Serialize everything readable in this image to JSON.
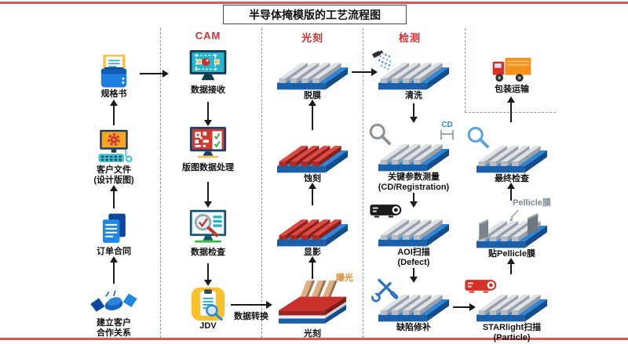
{
  "title": "半导体掩模版的工艺流程图",
  "columns": [
    {
      "nodes": [
        {
          "label": "规格书"
        },
        {
          "label": "客户文件",
          "sub": "(设计版图)"
        },
        {
          "label": "订单合同"
        },
        {
          "label": "建立客户",
          "sub": "合作关系"
        }
      ]
    },
    {
      "header": "CAM",
      "nodes": [
        {
          "label": "数据接收"
        },
        {
          "label": "版图数据处理"
        },
        {
          "label": "数据检查"
        },
        {
          "label": "JDV"
        }
      ]
    },
    {
      "header": "光刻",
      "nodes": [
        {
          "label": "脱膜"
        },
        {
          "label": "蚀刻"
        },
        {
          "label": "显影"
        },
        {
          "label": "光刻"
        }
      ]
    },
    {
      "header": "检测",
      "nodes": [
        {
          "label": "清洗"
        },
        {
          "label": "关键参数测量",
          "sub": "(CD/Registration)"
        },
        {
          "label": "AOI扫描",
          "sub": "(Defect)"
        },
        {
          "label": "缺陷修补"
        }
      ]
    },
    {
      "nodes": [
        {
          "label": "包装运输"
        },
        {
          "label": "最终检查"
        },
        {
          "label": "贴Pellicle膜"
        },
        {
          "label": "STARlight扫描",
          "sub": "(Particle)"
        }
      ]
    }
  ],
  "annotations": {
    "data_conversion": "数据转换",
    "exposure": "曝光",
    "cd": "CD",
    "pellicle": "Pellicle膜"
  },
  "colors": {
    "frame_red": "#e15555",
    "header_red": "#d03030",
    "exposure_orange": "#e8892b",
    "cd_blue": "#2e86d6",
    "pellicle_gray": "#7f8a94",
    "wafer_base_blue": "#2e86d6",
    "wafer_bar_gray": "#dfe2e6",
    "wafer_bar_red": "#dd4a42"
  }
}
